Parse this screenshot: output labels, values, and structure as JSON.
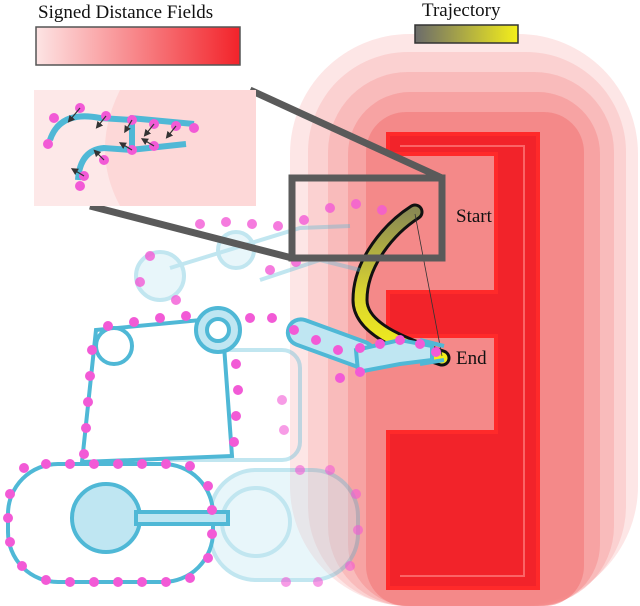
{
  "figure": {
    "legend": {
      "sdf_label": "Signed Distance Fields",
      "trajectory_label": "Trajectory"
    },
    "markers": {
      "start_label": "Start",
      "end_label": "End"
    }
  },
  "colors": {
    "sdf_light": "#fde4e4",
    "sdf_dark": "#f2232a",
    "robot_fill": "#bfe6f2",
    "robot_stroke": "#4fb8d6",
    "collision_point": "#f25ad6",
    "trajectory_start": "#6b6b6b",
    "trajectory_end": "#f4ef1a",
    "zoom_frame": "#5a5a5a"
  },
  "icons": {
    "arrow": "gradient-arrow-icon",
    "point": "collision-sphere-icon"
  }
}
